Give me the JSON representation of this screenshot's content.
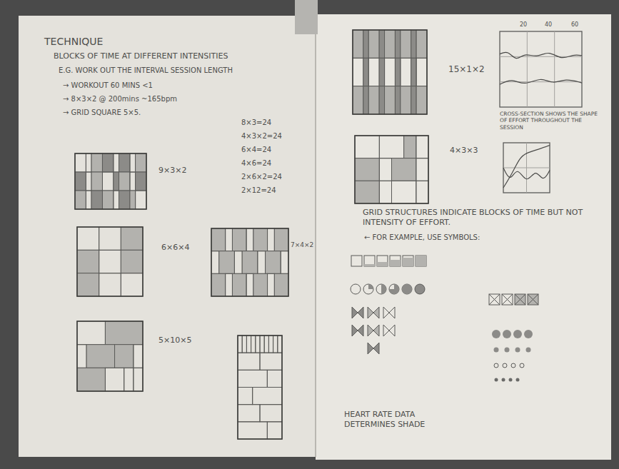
{
  "diagram": {
    "title": "TECHNIQUE",
    "labels": [
      "BLOCKS OF TIME AT DIFFERENT INTENSITIES",
      "E.G. WORK OUT THE INTERVAL SESSION LENGTH",
      "→ WORKOUT 60 MINS <1",
      "→ 8×3×2 @ 200mins ~165bpm",
      "→ GRID SQUARE 5×5.",
      "9×3×2",
      "8×3=24",
      "4×3×2=24",
      "6×4=24",
      "4×6=24",
      "2×6×2=24",
      "2×12=24",
      "6×6×4",
      "7×4×2",
      "5×10×5",
      "15×1×2",
      "20",
      "40",
      "60",
      "CROSS-SECTION SHOWS THE SHAPE OF EFFORT THROUGHOUT THE SESSION",
      "4×3×3",
      "GRID STRUCTURES INDICATE BLOCKS OF TIME BUT NOT INTENSITY OF EFFORT.",
      "← FOR EXAMPLE, USE SYMBOLS:",
      "HEART RATE DATA DETERMINES SHADE"
    ]
  }
}
